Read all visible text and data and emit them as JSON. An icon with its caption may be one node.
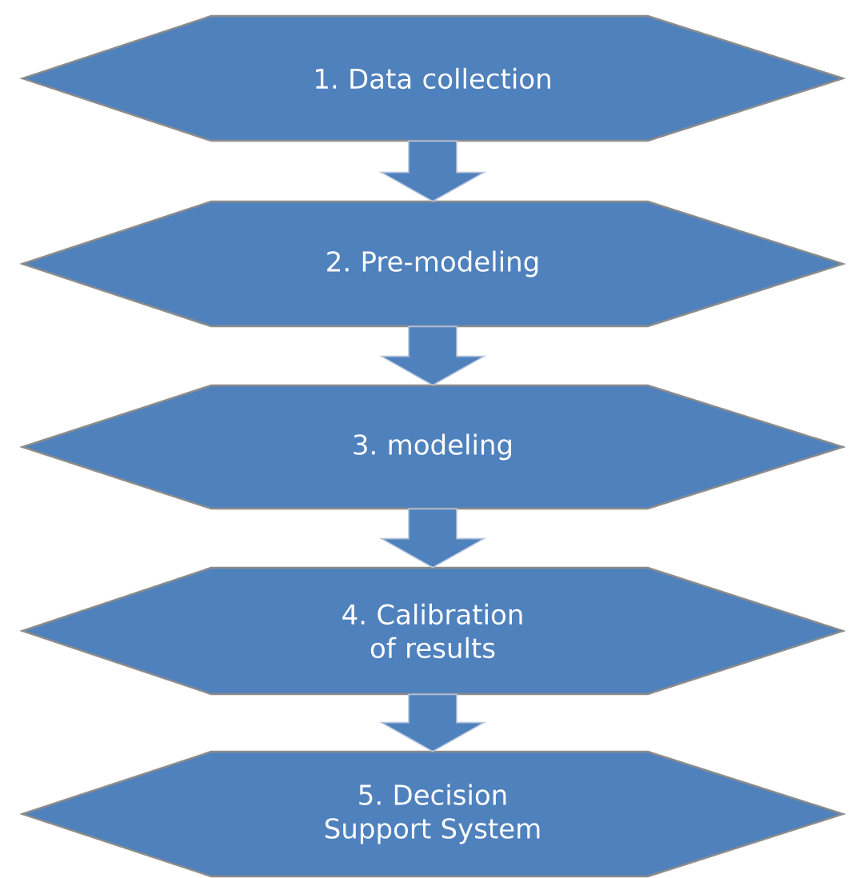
{
  "diagram": {
    "nodes": [
      {
        "text": [
          "1. Data collection"
        ]
      },
      {
        "text": [
          "2. Pre-modeling"
        ]
      },
      {
        "text": [
          "3. modeling"
        ]
      },
      {
        "text": [
          "4. Calibration of results"
        ]
      },
      {
        "text": [
          "5. Decision Support System"
        ]
      }
    ],
    "edges": [
      {
        "from": 0,
        "to": 1,
        "arrow": "to"
      },
      {
        "from": 1,
        "to": 2,
        "arrow": "to"
      },
      {
        "from": 2,
        "to": 3,
        "arrow": "to"
      },
      {
        "from": 3,
        "to": 4,
        "arrow": "to"
      }
    ]
  }
}
